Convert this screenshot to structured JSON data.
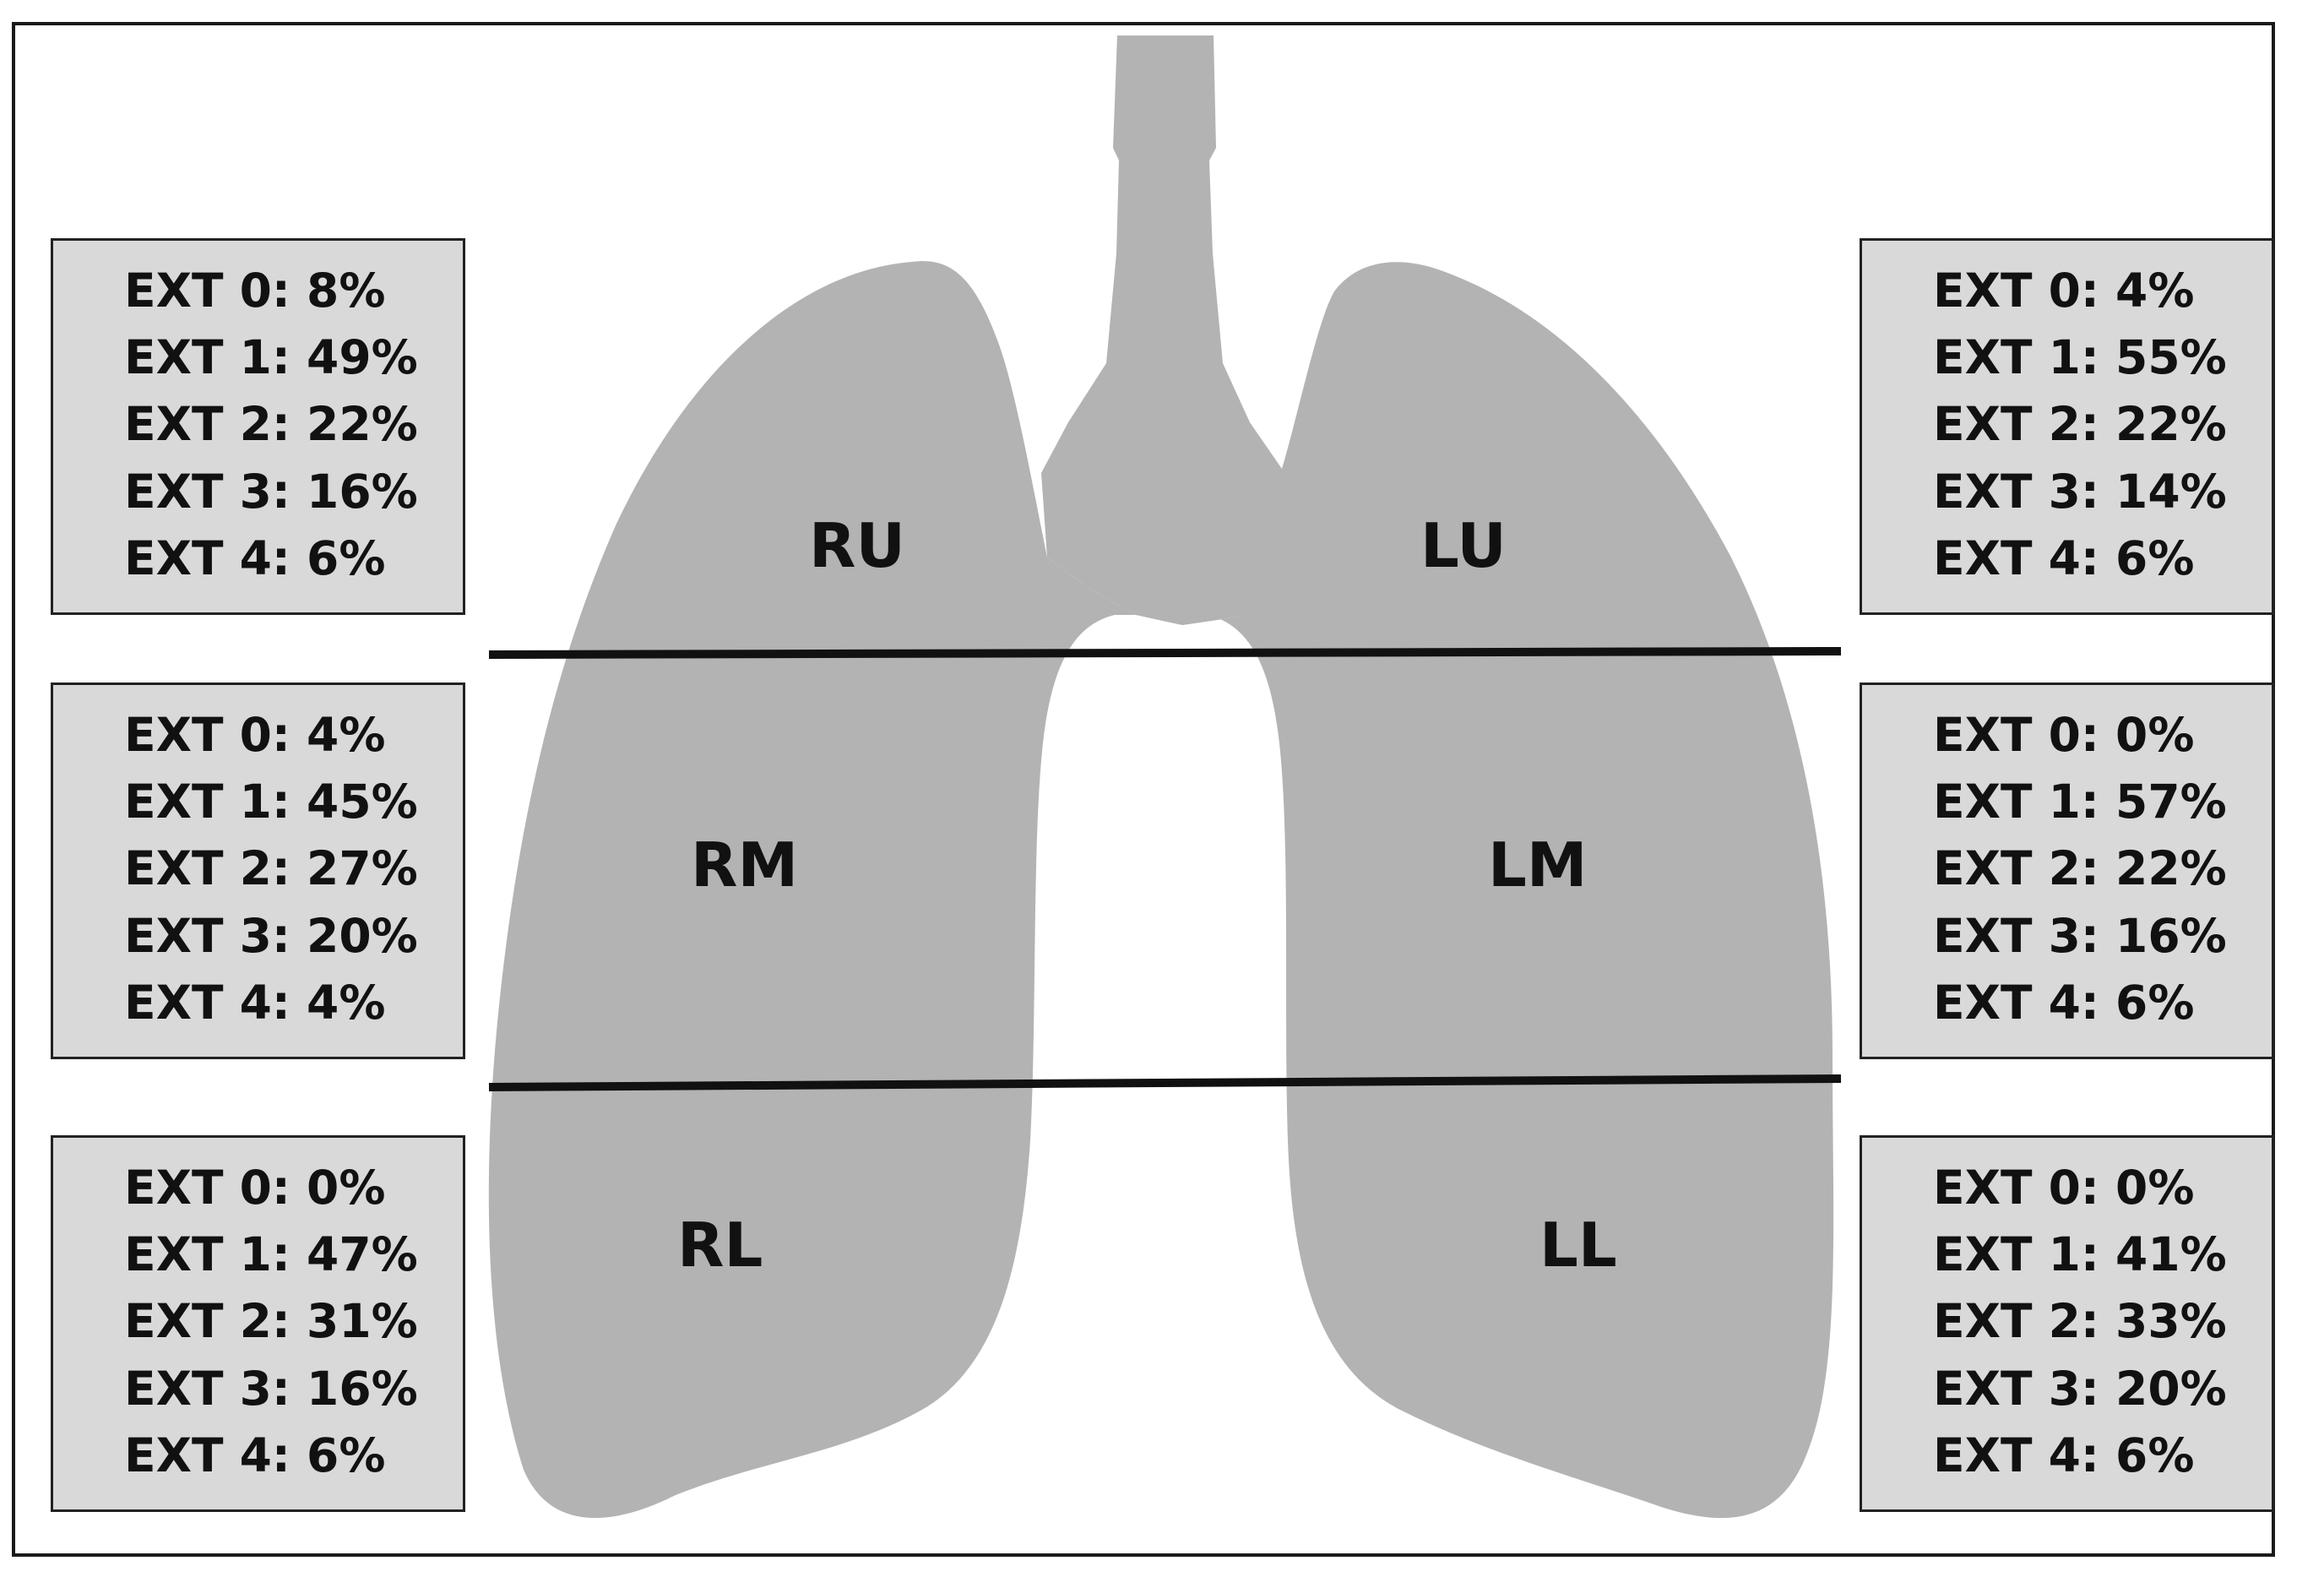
{
  "colors": {
    "lung_fill": "#b3b3b3",
    "panel_fill": "#d9d9d9",
    "line": "#111111"
  },
  "regions": [
    {
      "id": "ru",
      "label": "RU",
      "ext": [
        "EXT 0: 8%",
        "EXT 1: 49%",
        "EXT 2: 22%",
        "EXT 3: 16%",
        "EXT 4: 6%"
      ]
    },
    {
      "id": "rm",
      "label": "RM",
      "ext": [
        "EXT 0: 4%",
        "EXT 1: 45%",
        "EXT 2: 27%",
        "EXT 3: 20%",
        "EXT 4: 4%"
      ]
    },
    {
      "id": "rl",
      "label": "RL",
      "ext": [
        "EXT 0: 0%",
        "EXT 1: 47%",
        "EXT 2: 31%",
        "EXT 3: 16%",
        "EXT 4: 6%"
      ]
    },
    {
      "id": "lu",
      "label": "LU",
      "ext": [
        "EXT 0: 4%",
        "EXT 1: 55%",
        "EXT 2: 22%",
        "EXT 3: 14%",
        "EXT 4: 6%"
      ]
    },
    {
      "id": "lm",
      "label": "LM",
      "ext": [
        "EXT 0: 0%",
        "EXT 1: 57%",
        "EXT 2: 22%",
        "EXT 3: 16%",
        "EXT 4: 6%"
      ]
    },
    {
      "id": "ll",
      "label": "LL",
      "ext": [
        "EXT 0: 0%",
        "EXT 1: 41%",
        "EXT 2: 33%",
        "EXT 3: 20%",
        "EXT 4: 6%"
      ]
    }
  ]
}
